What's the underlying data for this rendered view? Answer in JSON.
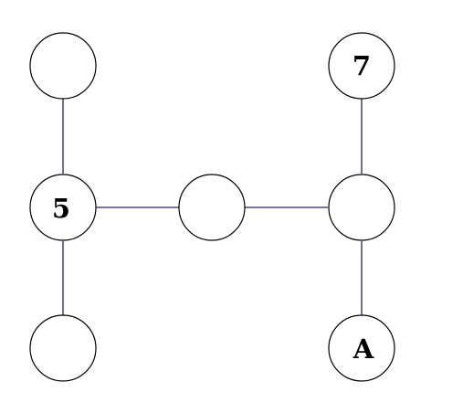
{
  "diagram": {
    "nodes": [
      {
        "id": "top-left",
        "label": ""
      },
      {
        "id": "top-right",
        "label": "7"
      },
      {
        "id": "middle-left",
        "label": "5"
      },
      {
        "id": "middle-center",
        "label": ""
      },
      {
        "id": "middle-right",
        "label": ""
      },
      {
        "id": "bottom-left",
        "label": ""
      },
      {
        "id": "bottom-right",
        "label": "A"
      }
    ],
    "edges": [
      {
        "from": "top-left",
        "to": "middle-left"
      },
      {
        "from": "middle-left",
        "to": "bottom-left"
      },
      {
        "from": "middle-left",
        "to": "middle-center"
      },
      {
        "from": "middle-center",
        "to": "middle-right"
      },
      {
        "from": "top-right",
        "to": "middle-right"
      },
      {
        "from": "middle-right",
        "to": "bottom-right"
      }
    ]
  }
}
